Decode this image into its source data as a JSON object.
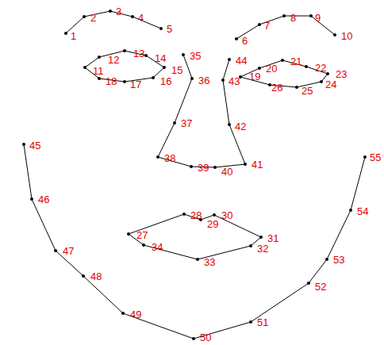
{
  "diagram": {
    "labels": [
      "1",
      "2",
      "3",
      "4",
      "5",
      "6",
      "7",
      "8",
      "9",
      "10",
      "11",
      "12",
      "13",
      "14",
      "15",
      "16",
      "17",
      "18",
      "19",
      "20",
      "21",
      "22",
      "23",
      "24",
      "25",
      "26",
      "27",
      "28",
      "29",
      "30",
      "31",
      "32",
      "33",
      "34",
      "35",
      "36",
      "37",
      "38",
      "39",
      "40",
      "41",
      "42",
      "43",
      "44",
      "45",
      "46",
      "47",
      "48",
      "49",
      "50",
      "51",
      "52",
      "53",
      "54",
      "55"
    ]
  }
}
